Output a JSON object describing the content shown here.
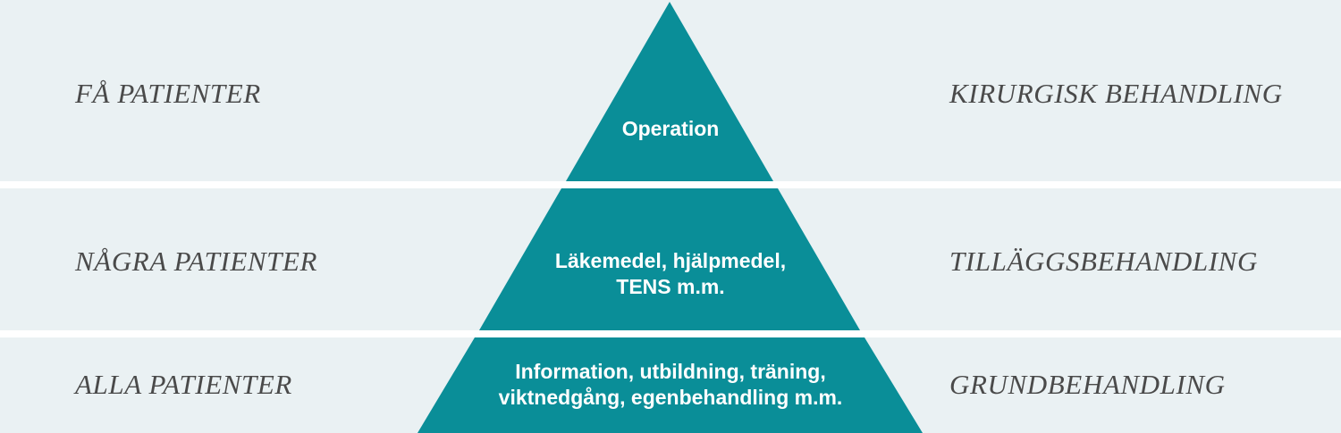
{
  "figure": {
    "type": "pyramid-diagram",
    "background_color": "#eaf1f3",
    "divider_color": "#ffffff",
    "pyramid_color": "#0a8e98",
    "label_color": "#4a4a4a",
    "tier_text_color": "#ffffff"
  },
  "tiers": [
    {
      "id": "tier-top",
      "left_label": "FÅ PATIENTER",
      "right_label": "KIRURGISK BEHANDLING",
      "pyramid_text": "Operation"
    },
    {
      "id": "tier-middle",
      "left_label": "NÅGRA PATIENTER",
      "right_label": "TILLÄGGSBEHANDLING",
      "pyramid_text": "Läkemedel, hjälpmedel,\nTENS m.m."
    },
    {
      "id": "tier-bottom",
      "left_label": "ALLA PATIENTER",
      "right_label": "GRUNDBEHANDLING",
      "pyramid_text": "Information, utbildning, träning,\nviktnedgång, egenbehandling m.m."
    }
  ]
}
